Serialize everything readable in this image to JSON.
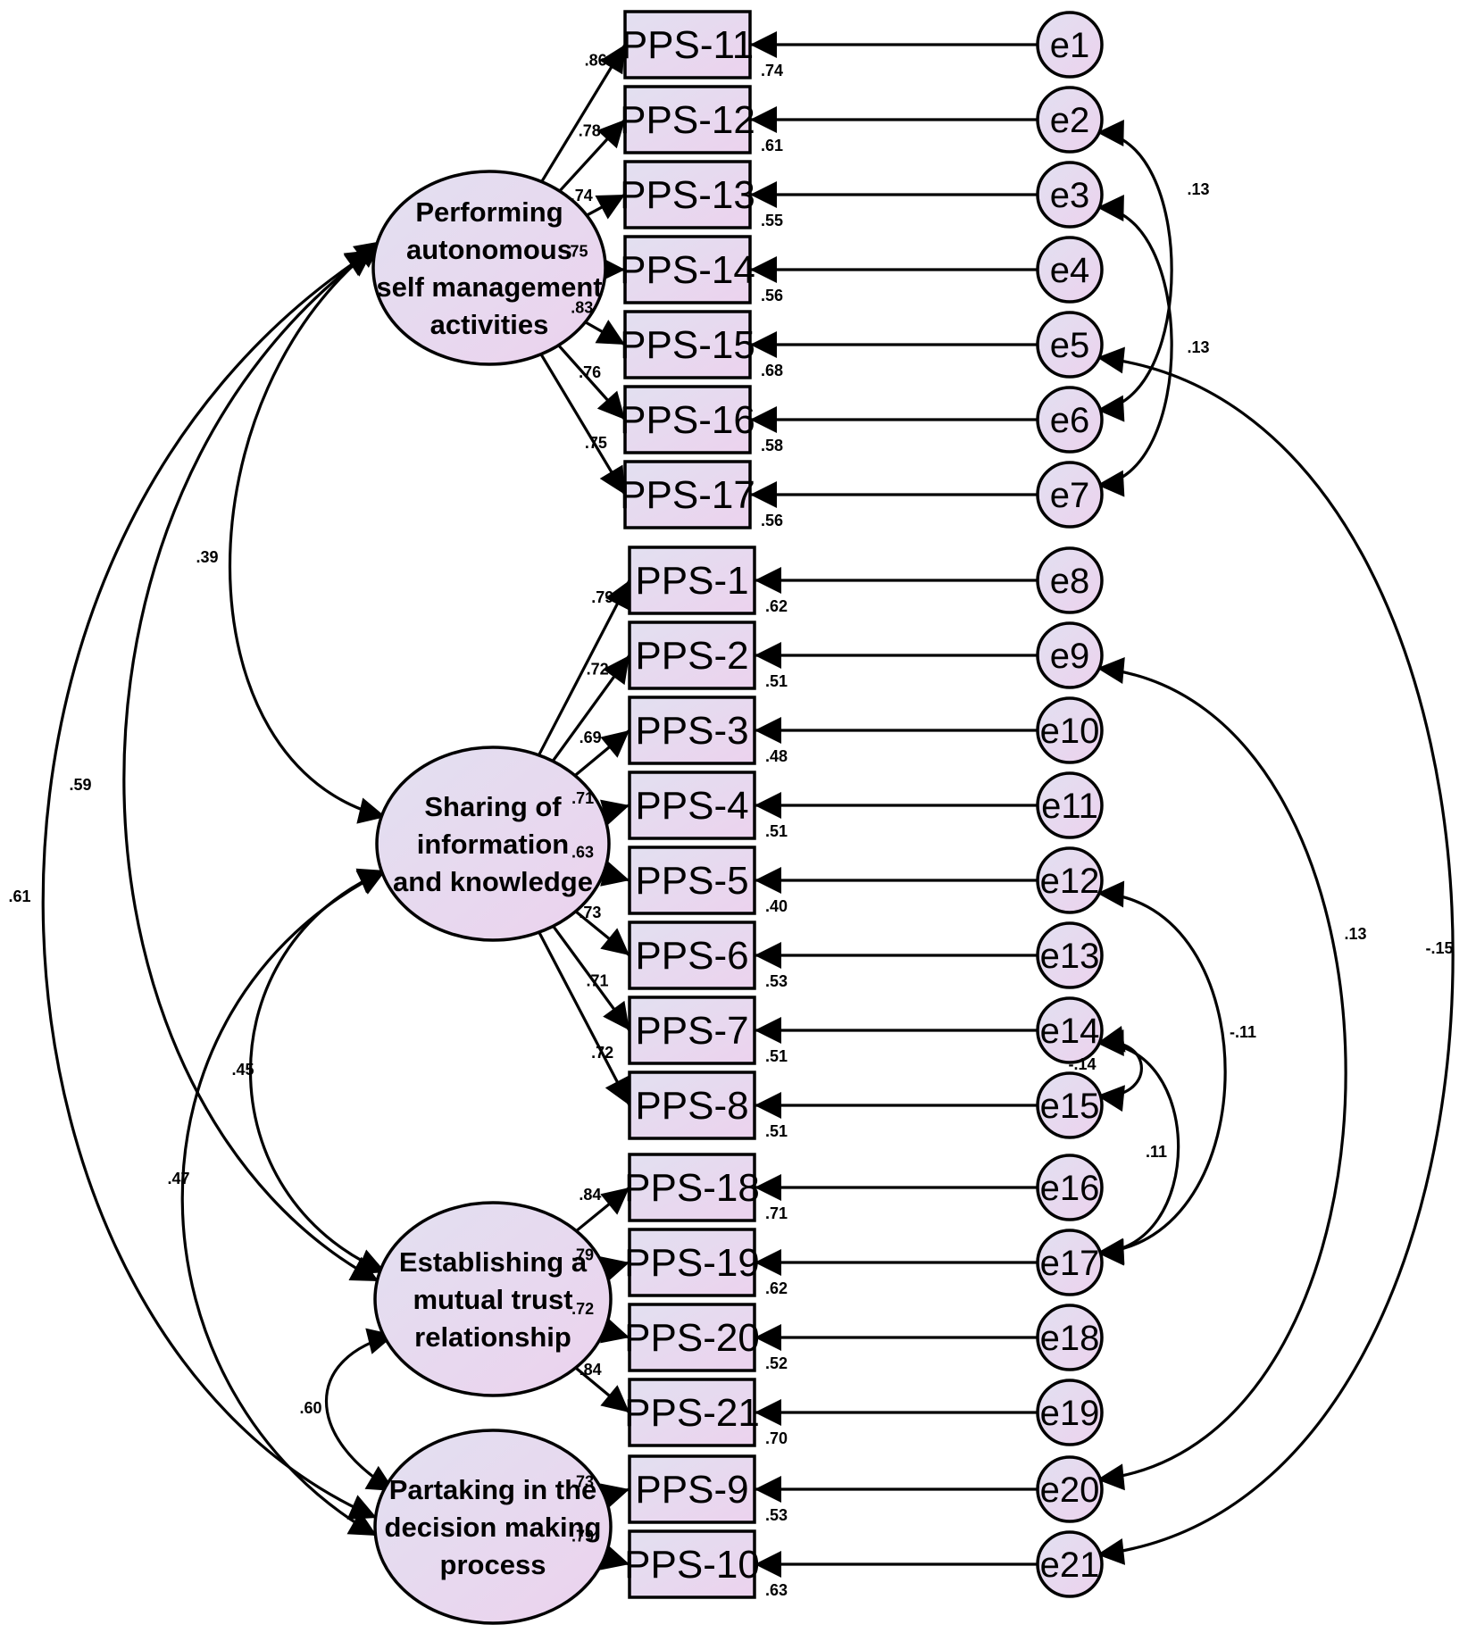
{
  "latents": [
    {
      "id": "L1",
      "lines": [
        "Performing",
        "autonomous",
        "self management",
        "activities"
      ]
    },
    {
      "id": "L2",
      "lines": [
        "Sharing of",
        "information",
        "and knowledge"
      ]
    },
    {
      "id": "L3",
      "lines": [
        "Establishing a",
        "mutual trust",
        "relationship"
      ]
    },
    {
      "id": "L4",
      "lines": [
        "Partaking in the",
        "decision making",
        "process"
      ]
    }
  ],
  "indicators": [
    {
      "label": "PPS-11",
      "latent": "L1",
      "loading": ".86",
      "r2": ".74",
      "error": "e1"
    },
    {
      "label": "PPS-12",
      "latent": "L1",
      "loading": ".78",
      "r2": ".61",
      "error": "e2"
    },
    {
      "label": "PPS-13",
      "latent": "L1",
      "loading": ".74",
      "r2": ".55",
      "error": "e3"
    },
    {
      "label": "PPS-14",
      "latent": "L1",
      "loading": ".75",
      "r2": ".56",
      "error": "e4"
    },
    {
      "label": "PPS-15",
      "latent": "L1",
      "loading": ".83",
      "r2": ".68",
      "error": "e5"
    },
    {
      "label": "PPS-16",
      "latent": "L1",
      "loading": ".76",
      "r2": ".58",
      "error": "e6"
    },
    {
      "label": "PPS-17",
      "latent": "L1",
      "loading": ".75",
      "r2": ".56",
      "error": "e7"
    },
    {
      "label": "PPS-1",
      "latent": "L2",
      "loading": ".79",
      "r2": ".62",
      "error": "e8"
    },
    {
      "label": "PPS-2",
      "latent": "L2",
      "loading": ".72",
      "r2": ".51",
      "error": "e9"
    },
    {
      "label": "PPS-3",
      "latent": "L2",
      "loading": ".69",
      "r2": ".48",
      "error": "e10"
    },
    {
      "label": "PPS-4",
      "latent": "L2",
      "loading": ".71",
      "r2": ".51",
      "error": "e11"
    },
    {
      "label": "PPS-5",
      "latent": "L2",
      "loading": ".63",
      "r2": ".40",
      "error": "e12"
    },
    {
      "label": "PPS-6",
      "latent": "L2",
      "loading": ".73",
      "r2": ".53",
      "error": "e13"
    },
    {
      "label": "PPS-7",
      "latent": "L2",
      "loading": ".71",
      "r2": ".51",
      "error": "e14"
    },
    {
      "label": "PPS-8",
      "latent": "L2",
      "loading": ".72",
      "r2": ".51",
      "error": "e15"
    },
    {
      "label": "PPS-18",
      "latent": "L3",
      "loading": ".84",
      "r2": ".71",
      "error": "e16"
    },
    {
      "label": "PPS-19",
      "latent": "L3",
      "loading": ".79",
      "r2": ".62",
      "error": "e17"
    },
    {
      "label": "PPS-20",
      "latent": "L3",
      "loading": ".72",
      "r2": ".52",
      "error": "e18"
    },
    {
      "label": "PPS-21",
      "latent": "L3",
      "loading": ".84",
      "r2": ".70",
      "error": "e19"
    },
    {
      "label": "PPS-9",
      "latent": "L4",
      "loading": ".73",
      "r2": ".53",
      "error": "e20"
    },
    {
      "label": "PPS-10",
      "latent": "L4",
      "loading": ".79",
      "r2": ".63",
      "error": "e21"
    }
  ],
  "latent_correlations": [
    {
      "from": "L1",
      "to": "L2",
      "value": ".39"
    },
    {
      "from": "L1",
      "to": "L3",
      "value": ".59"
    },
    {
      "from": "L1",
      "to": "L4",
      "value": ".61"
    },
    {
      "from": "L2",
      "to": "L3",
      "value": ".45"
    },
    {
      "from": "L2",
      "to": "L4",
      "value": ".47"
    },
    {
      "from": "L3",
      "to": "L4",
      "value": ".60"
    }
  ],
  "error_covariances": [
    {
      "from": "e2",
      "to": "e6",
      "value": ".13"
    },
    {
      "from": "e3",
      "to": "e7",
      "value": ".13"
    },
    {
      "from": "e5",
      "to": "e21",
      "value": "-.15"
    },
    {
      "from": "e9",
      "to": "e20",
      "value": ".13"
    },
    {
      "from": "e12",
      "to": "e17",
      "value": "-.11"
    },
    {
      "from": "e14",
      "to": "e15",
      "value": "-.14"
    },
    {
      "from": "e14",
      "to": "e17",
      "value": ".11"
    }
  ],
  "colors": {
    "fill_start": "#e2e0f0",
    "fill_end": "#ecd2ee",
    "stroke": "#000000",
    "background": "#ffffff"
  }
}
